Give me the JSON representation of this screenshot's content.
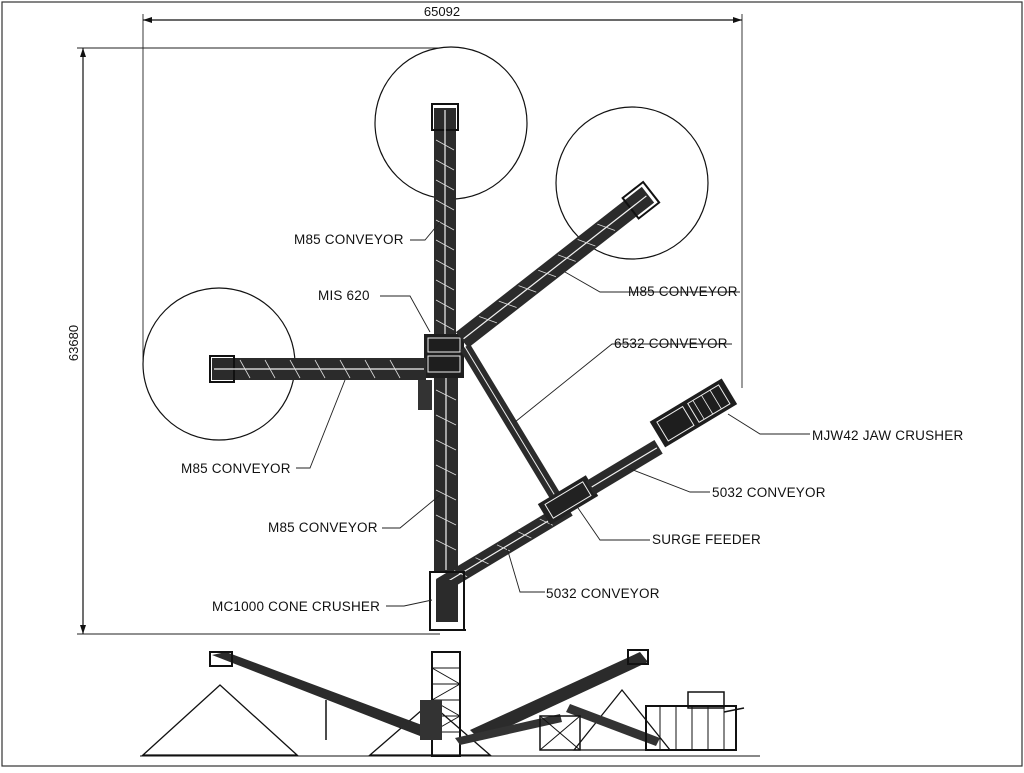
{
  "dimensions": {
    "width_label": "65092",
    "height_label": "63680"
  },
  "labels": {
    "m85_top": "M85 CONVEYOR",
    "mis620": "MIS 620",
    "m85_right": "M85 CONVEYOR",
    "conv6532": "6532 CONVEYOR",
    "jaw": "MJW42 JAW CRUSHER",
    "conv5032_upper": "5032 CONVEYOR",
    "surge": "SURGE FEEDER",
    "conv5032_lower": "5032 CONVEYOR",
    "m85_left": "M85 CONVEYOR",
    "m85_bottom": "M85 CONVEYOR",
    "cone": "MC1000 CONE CRUSHER"
  }
}
